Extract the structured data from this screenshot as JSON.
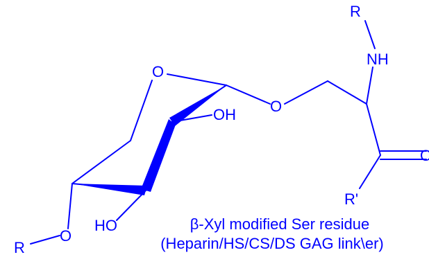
{
  "molecule": {
    "name": "β-Xyl modified Ser residue",
    "linker_note": "(Heparin/HS/CS/DS GAG link\\er)",
    "atoms": {
      "ring_oxygen": "O",
      "glycosidic_oxygen": "O",
      "hydroxyl_3": "OH",
      "hydroxyl_2": "HO",
      "ether_oxygen": "O",
      "ether_r": "R",
      "amine": "NH",
      "amine_r": "R",
      "carbonyl_oxygen": "O",
      "acyl_r": "R'"
    },
    "color": "#0000ff"
  }
}
